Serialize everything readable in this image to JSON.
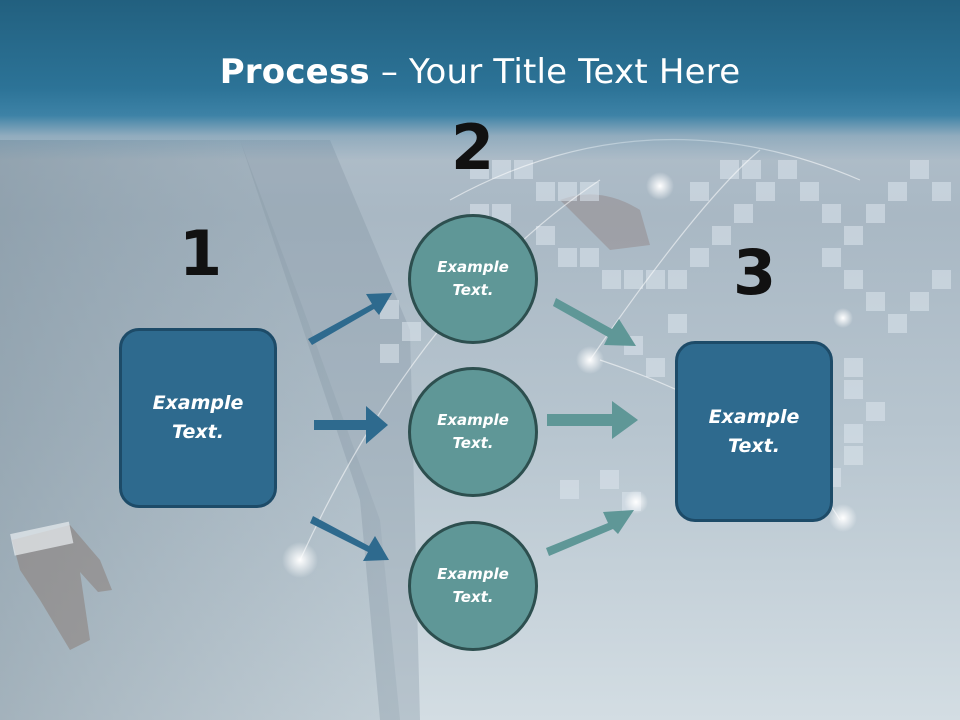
{
  "slide": {
    "title_bold": "Process",
    "title_rest": " – Your Title Text Here",
    "accent_color": "#2e6a8e",
    "circle_color": "#5f9797",
    "arrow_left_color": "#2e6a8e",
    "arrow_right_color": "#5f9797"
  },
  "steps": {
    "one": "1",
    "two": "2",
    "three": "3"
  },
  "left_box": {
    "label": "Example\nText."
  },
  "circles": [
    {
      "label": "Example\nText."
    },
    {
      "label": "Example\nText."
    },
    {
      "label": "Example\nText."
    }
  ],
  "right_box": {
    "label": "Example\nText."
  }
}
